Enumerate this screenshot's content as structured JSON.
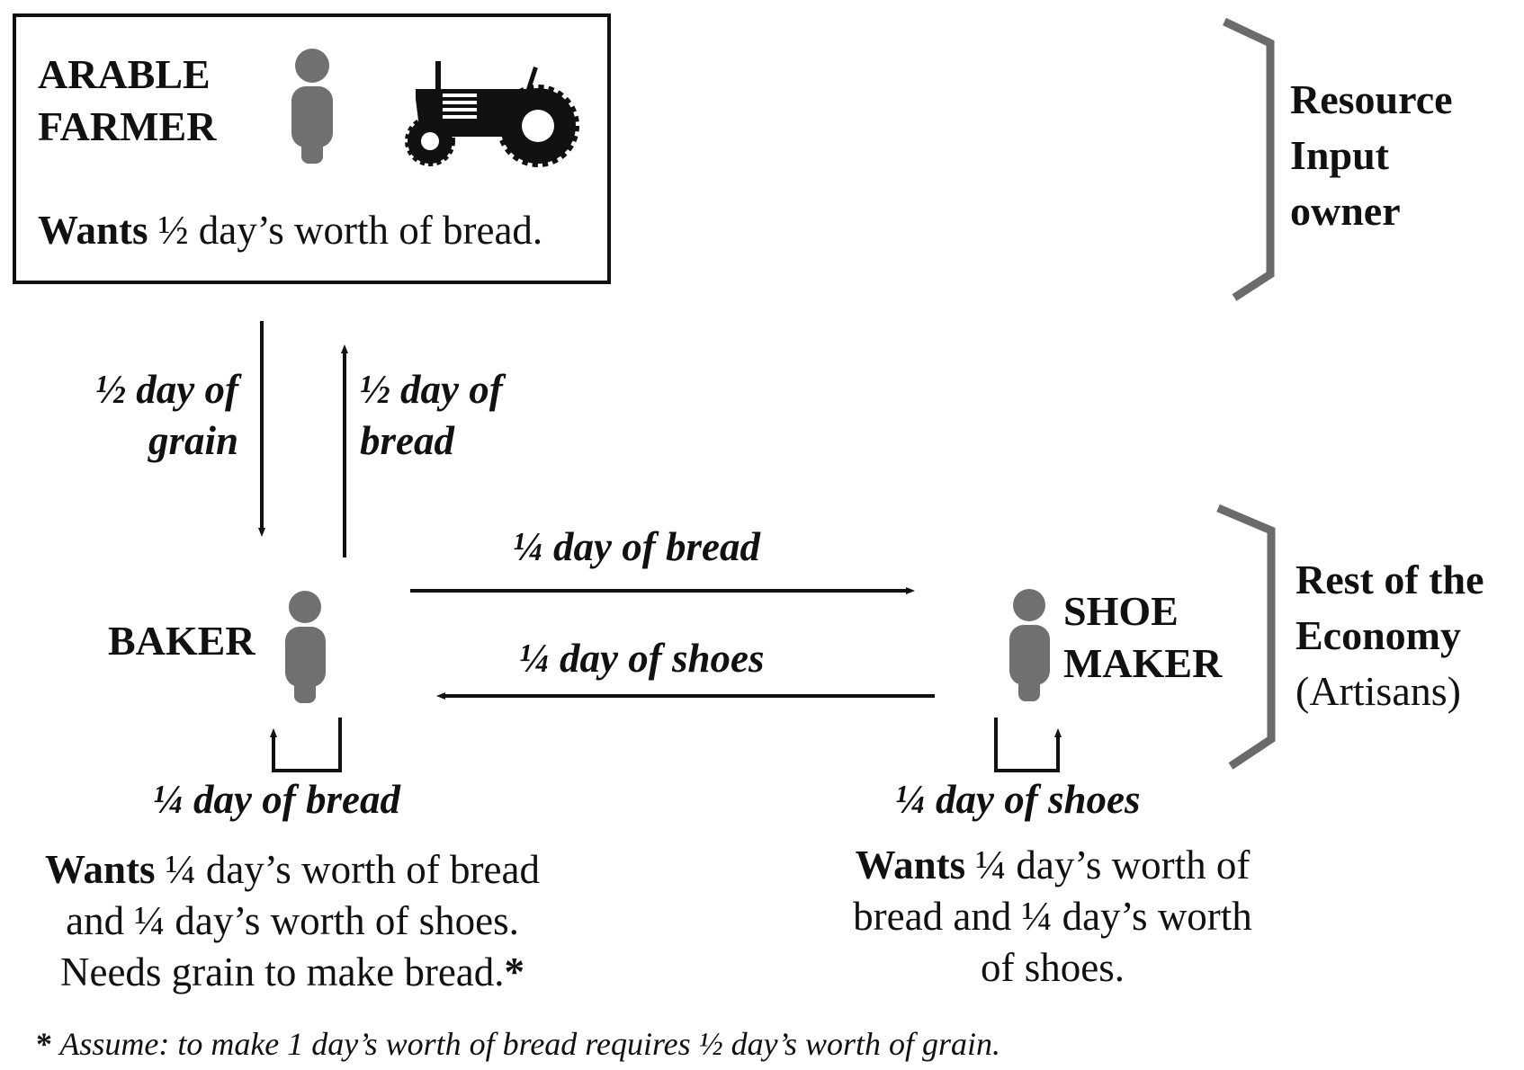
{
  "farmer": {
    "name_line1": "ARABLE",
    "name_line2": "FARMER",
    "wants_bold": "Wants",
    "wants_rest": " ½ day’s worth of bread."
  },
  "group_resource": {
    "line1": "Resource",
    "line2": "Input",
    "line3": "owner"
  },
  "flow_grain": {
    "line1": "½ day of",
    "line2": "grain"
  },
  "flow_bread_up": {
    "line1": "½ day of",
    "line2": "bread"
  },
  "flow_bread_right": "¼ day of bread",
  "flow_shoes_left": "¼ day of shoes",
  "baker": {
    "name": "BAKER",
    "self_flow": "¼ day of bread",
    "wants_bold": "Wants",
    "wants_line1_rest": " ¼ day’s worth of bread",
    "wants_line2": "and ¼ day’s worth of shoes.",
    "wants_line3": "Needs grain to make bread.",
    "wants_star": "*"
  },
  "shoemaker": {
    "name_line1": "SHOE",
    "name_line2": "MAKER",
    "self_flow": "¼ day of shoes",
    "wants_bold": "Wants",
    "wants_line1_rest": " ¼ day’s worth of",
    "wants_line2": "bread and ¼ day’s worth",
    "wants_line3": "of shoes."
  },
  "group_rest": {
    "line1": "Rest of the",
    "line2": "Economy",
    "line3": "(Artisans)"
  },
  "footnote": {
    "star": "*",
    "text": " Assume: to make 1 day’s worth of bread requires ½ day’s worth of grain."
  },
  "colors": {
    "ink": "#111111",
    "person": "#707070",
    "bracket": "#6b6b6b"
  }
}
